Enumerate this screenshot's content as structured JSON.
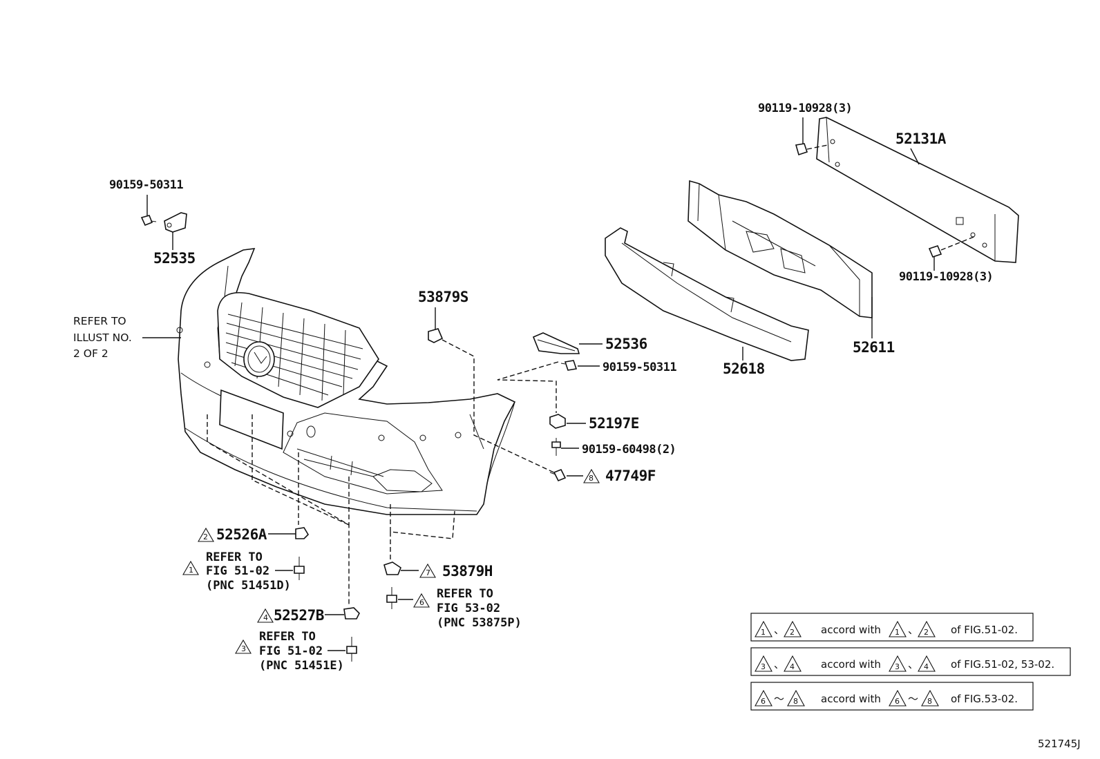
{
  "labels": {
    "p_90159_50311_top": "90159-50311",
    "p_52535": "52535",
    "refer_illust_l1": "REFER TO",
    "refer_illust_l2": "ILLUST NO.",
    "refer_illust_l3": "2 OF 2",
    "p_53879S": "53879S",
    "p_52536": "52536",
    "p_90159_50311_mid": "90159-50311",
    "p_52197E": "52197E",
    "p_90159_60498": "90159-60498(2)",
    "p_47749F": "47749F",
    "p_52526A": "52526A",
    "ref1_l1": "REFER TO",
    "ref1_l2": "FIG 51-02",
    "ref1_l3": "(PNC 51451D)",
    "p_53879H": "53879H",
    "ref6_l1": "REFER TO",
    "ref6_l2": "FIG 53-02",
    "ref6_l3": "(PNC 53875P)",
    "p_52527B": "52527B",
    "ref3_l1": "REFER TO",
    "ref3_l2": "FIG 51-02",
    "ref3_l3": "(PNC 51451E)",
    "p_90119_top": "90119-10928(3)",
    "p_52131A": "52131A",
    "p_90119_bot": "90119-10928(3)",
    "p_52611": "52611",
    "p_52618": "52618",
    "figure_id": "521745J"
  },
  "triangles": {
    "t1": "1",
    "t2": "2",
    "t3": "3",
    "t4": "4",
    "t6": "6",
    "t7": "7",
    "t8": "8"
  },
  "legend": {
    "row1": {
      "a": "1",
      "sep": "、",
      "b": "2",
      "mid": "accord with",
      "c": "1",
      "sep2": "、",
      "d": "2",
      "tail": "of FIG.51-02."
    },
    "row2": {
      "a": "3",
      "sep": "、",
      "b": "4",
      "mid": "accord with",
      "c": "3",
      "sep2": "、",
      "d": "4",
      "tail": "of FIG.51-02, 53-02."
    },
    "row3": {
      "a": "6",
      "sep": "～",
      "b": "8",
      "mid": "accord with",
      "c": "6",
      "sep2": "～",
      "d": "8",
      "tail": "of FIG.53-02."
    }
  },
  "colors": {
    "line": "#111111",
    "background": "#ffffff"
  }
}
